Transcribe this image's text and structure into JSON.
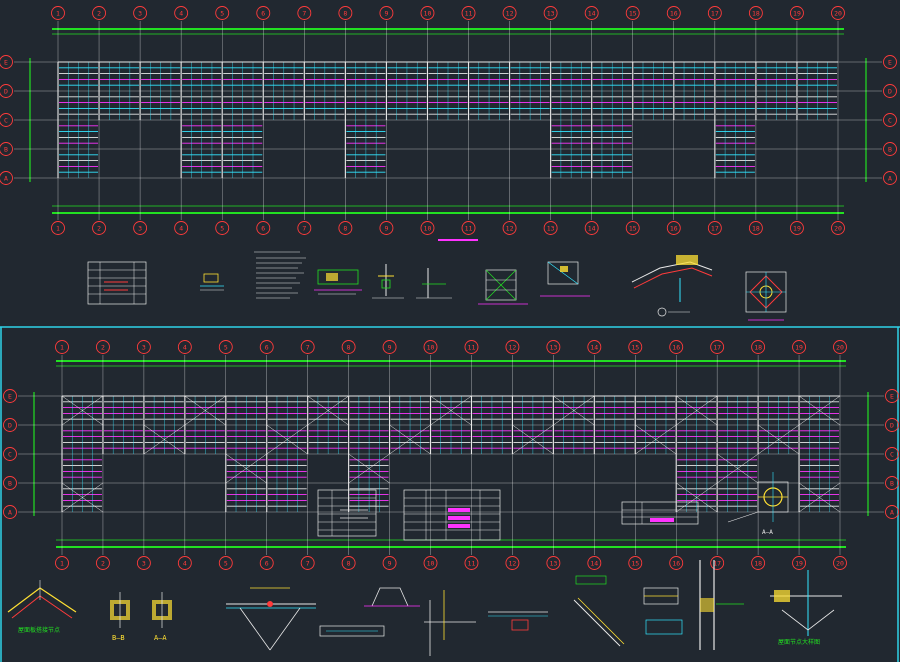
{
  "colors": {
    "background": "#212830",
    "grid_line": "#ffffff",
    "axis_bubble": "#ff3b3b",
    "frame_green": "#22e022",
    "member_magenta": "#ff33ff",
    "member_cyan": "#33e6ff",
    "member_white": "#e8e8e8",
    "member_yellow": "#ffe033",
    "sheet_border": "#2fd3e8"
  },
  "drawing_top": {
    "column_axes": [
      "1",
      "2",
      "3",
      "4",
      "5",
      "6",
      "7",
      "8",
      "9",
      "10",
      "11",
      "12",
      "13",
      "14",
      "15",
      "16",
      "17",
      "18",
      "19",
      "20"
    ],
    "row_axes": [
      "E",
      "D",
      "C",
      "B",
      "A"
    ]
  },
  "drawing_bottom": {
    "column_axes": [
      "1",
      "2",
      "3",
      "4",
      "5",
      "6",
      "7",
      "8",
      "9",
      "10",
      "11",
      "12",
      "13",
      "14",
      "15",
      "16",
      "17",
      "18",
      "19",
      "20"
    ],
    "row_axes": [
      "E",
      "D",
      "C",
      "B",
      "A"
    ]
  },
  "detail_labels": {
    "bottom_left_caption": "屋面板搭接节点",
    "section_b": "B—B",
    "section_a": "A—A",
    "section_a_big": "A—A",
    "bottom_right_caption": "屋面节点大样图"
  }
}
